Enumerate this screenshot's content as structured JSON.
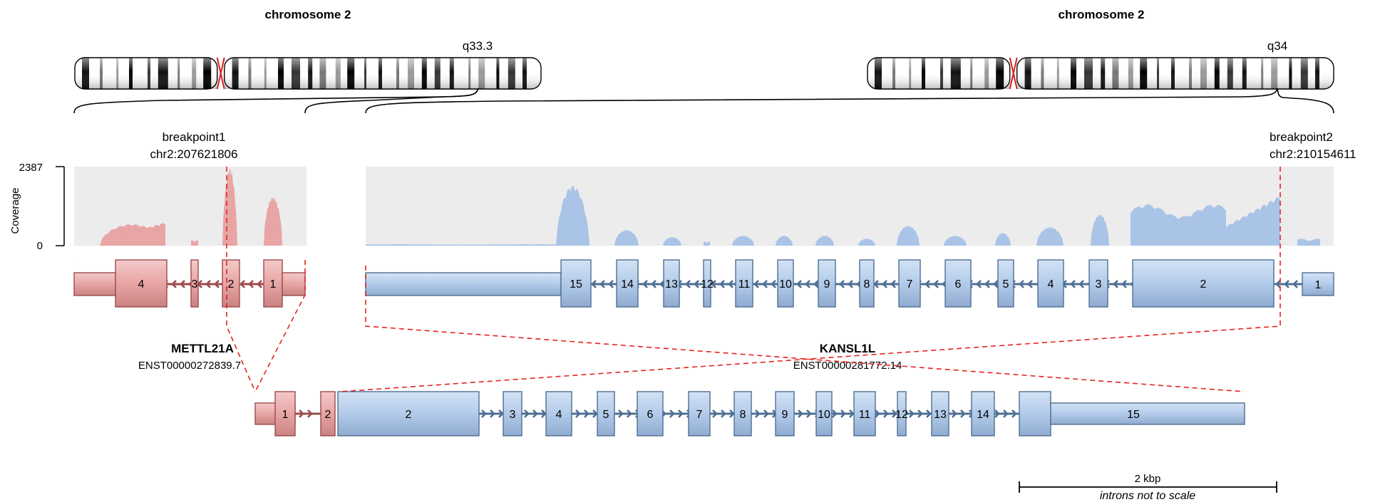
{
  "left_chromosome": {
    "title": "chromosome 2",
    "band": "q33.3"
  },
  "right_chromosome": {
    "title": "chromosome 2",
    "band": "q34"
  },
  "breakpoint1": {
    "label": "breakpoint1",
    "position": "chr2:207621806"
  },
  "breakpoint2": {
    "label": "breakpoint2",
    "position": "chr2:210154611"
  },
  "coverage": {
    "axis_label": "Coverage",
    "max_label": "2387",
    "min_label": "0"
  },
  "gene_left": {
    "name": "METTL21A",
    "transcript": "ENST00000272839.7",
    "color": "#e8a5a5",
    "exons": [
      "4",
      "3",
      "2",
      "1"
    ]
  },
  "gene_right": {
    "name": "KANSL1L",
    "transcript": "ENST00000281772.14",
    "color": "#b3cbea",
    "exons": [
      "15",
      "14",
      "13",
      "12",
      "11",
      "10",
      "9",
      "8",
      "7",
      "6",
      "5",
      "4",
      "3",
      "2",
      "1"
    ]
  },
  "fusion": {
    "left_exons": [
      "1",
      "2"
    ],
    "right_exons": [
      "2",
      "3",
      "4",
      "5",
      "6",
      "7",
      "8",
      "9",
      "10",
      "11",
      "12",
      "13",
      "14",
      "15"
    ]
  },
  "scale_bar": {
    "label": "2 kbp",
    "note": "introns not to scale"
  },
  "colors": {
    "left_fill": "#e8a5a5",
    "left_stroke": "#9c4b4b",
    "right_fill": "#b3cbea",
    "right_stroke": "#4f6f93",
    "breakpoint": "#e8221e",
    "coverage_bg": "#ececec"
  }
}
